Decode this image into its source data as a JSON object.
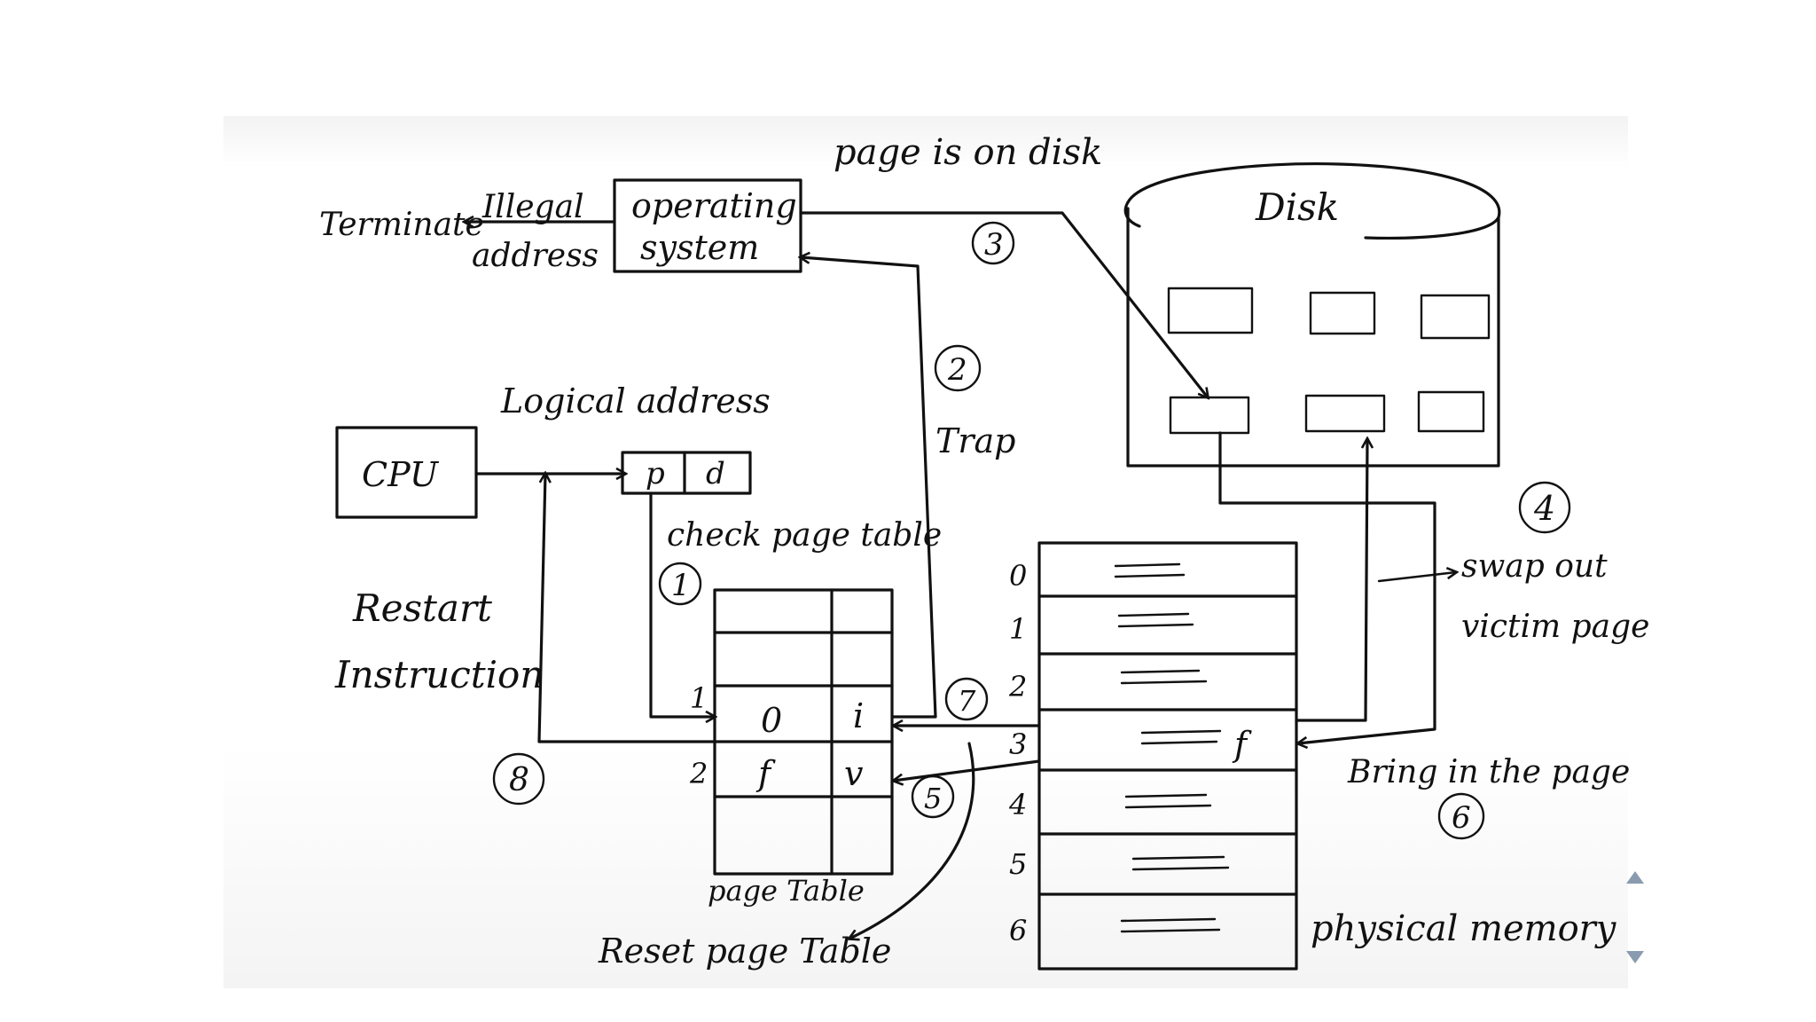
{
  "os_box": {
    "line1": "operating",
    "line2": "system"
  },
  "terminate": "Terminate",
  "illegal": {
    "line1": "Illegal",
    "line2": "address"
  },
  "page_on_disk": "page is on disk",
  "disk": {
    "label": "Disk"
  },
  "cpu": "CPU",
  "logical_address": {
    "label": "Logical address",
    "p": "p",
    "d": "d"
  },
  "trap": "Trap",
  "check_page_table": "check page table",
  "restart": {
    "line1": "Restart",
    "line2": "Instruction"
  },
  "page_table": {
    "caption": "page Table",
    "row_index_1": "1",
    "row_index_2": "2",
    "cell_frame_1": "0",
    "cell_bit_1": "i",
    "cell_frame_2": "f",
    "cell_bit_2": "v"
  },
  "reset_page_table": "Reset page Table",
  "swap_out": {
    "line1": "swap out",
    "line2": "victim page"
  },
  "bring_in": "Bring in the page",
  "physical_memory": {
    "caption": "physical memory",
    "frame_numbers": [
      "0",
      "1",
      "2",
      "3",
      "4",
      "5",
      "6"
    ],
    "frame3_label": "f"
  },
  "steps": {
    "s1": "1",
    "s2": "2",
    "s3": "3",
    "s4": "4",
    "s5": "5",
    "s6": "6",
    "s7": "7",
    "s8": "8"
  },
  "colors": {
    "ink": "#111111",
    "board": "#ffffff"
  }
}
